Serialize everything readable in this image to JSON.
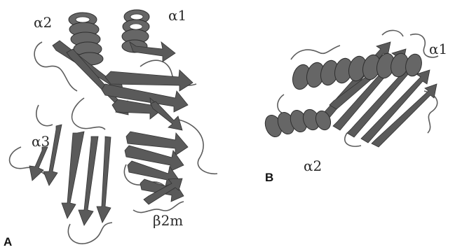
{
  "figure": {
    "panel_a": {
      "panel_label": "A",
      "labels": {
        "alpha2": "α2",
        "alpha1": "α1",
        "alpha3": "α3",
        "beta2m": "β2m"
      }
    },
    "panel_b": {
      "panel_label": "B",
      "labels": {
        "alpha1": "α1",
        "alpha2": "α2"
      }
    },
    "colors": {
      "ribbon": "#5a5a5a",
      "ribbon_dark": "#333333",
      "background": "#ffffff"
    }
  }
}
